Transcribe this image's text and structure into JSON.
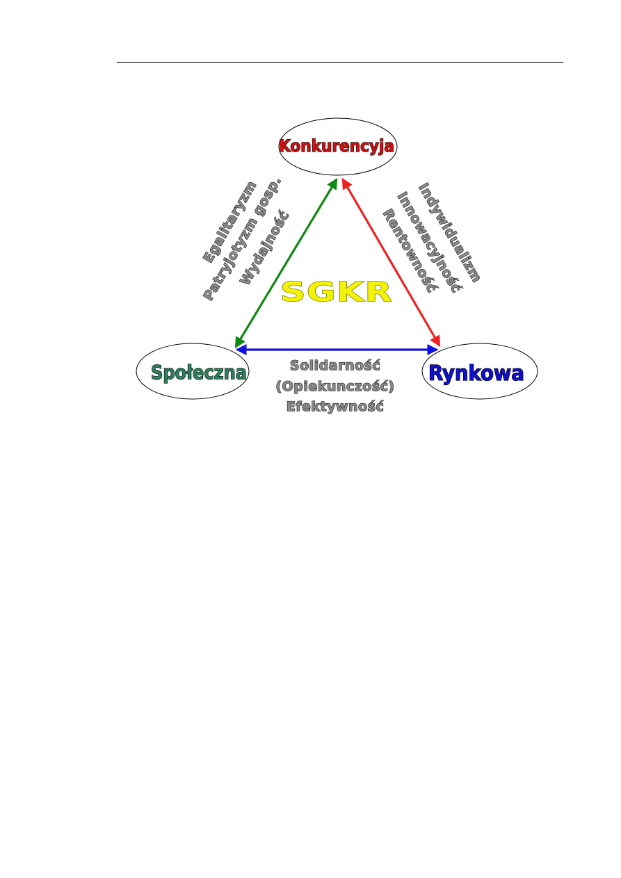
{
  "diagram": {
    "center_label": "SGKR",
    "nodes": {
      "top": {
        "label": "Konkurencyja",
        "color": "#cc1111"
      },
      "left": {
        "label": "Społeczna",
        "color": "#2e7d5b"
      },
      "right": {
        "label": "Rynkowa",
        "color": "#1010c8"
      }
    },
    "edge_labels": {
      "left_side": [
        "Egalitaryzm",
        "Patryjotyzm gosp.",
        "Wydajność"
      ],
      "right_side": [
        "Indywidualizm",
        "Innowacyjność",
        "Rentowność"
      ],
      "bottom_side": [
        "Solidarność",
        "(Opiekunczość)",
        "Efektywność"
      ]
    },
    "colors": {
      "left_arrow": "#118811",
      "right_arrow": "#ee2222",
      "bottom_arrow": "#1111dd",
      "center_label": "#f2f20a"
    }
  }
}
